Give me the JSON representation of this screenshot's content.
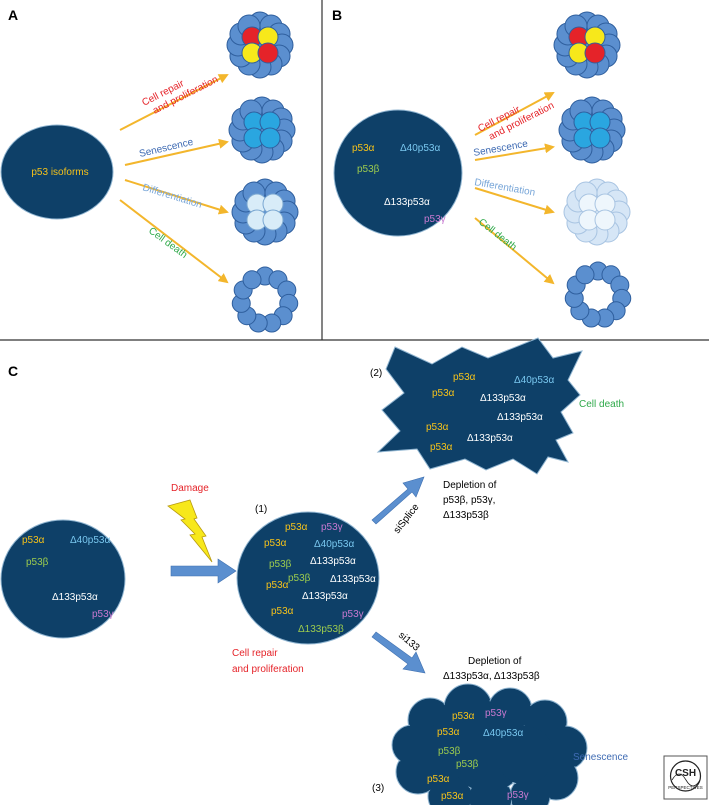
{
  "colors": {
    "navy": "#0e4068",
    "cell_blue": "#5b8fcf",
    "cell_stroke": "#2f5f9e",
    "sen_core": "#2aa6e0",
    "diff_core": "#d8ecf8",
    "ghost": "#d6e6f6",
    "arrow_yellow": "#f3b62c",
    "arrow_blue": "#5b8fcf",
    "red": "#e52329",
    "yellow_ball": "#f7e81b",
    "isoform_yellow": "#f5c21a",
    "isoform_green": "#9ccb4e",
    "isoform_cyan": "#79c7ef",
    "isoform_pink": "#c779d0",
    "text_red": "#e52329",
    "text_blue": "#3f6bb3",
    "text_lightblue": "#78a6d8",
    "text_green": "#2fa94a"
  },
  "panelA": {
    "letter": "A",
    "center_text": "p53 isoforms",
    "repair_1": "Cell repair",
    "repair_2": "and proliferation",
    "senescence": "Senescence",
    "differentiation": "Differentiation",
    "death": "Cell death"
  },
  "panelB": {
    "letter": "B",
    "p53a": "p53α",
    "d40": "Δ40p53α",
    "p53b": "p53β",
    "d133": "Δ133p53α",
    "p53g": "p53γ",
    "repair_1": "Cell repair",
    "repair_2": "and proliferation",
    "senescence": "Senescence",
    "differentiation": "Differentiation",
    "death": "Cell death"
  },
  "panelC": {
    "letter": "C",
    "damage": "Damage",
    "step1": "(1)",
    "step2": "(2)",
    "step3": "(3)",
    "sisplice": "siSplice",
    "si133": "si133",
    "depletion2_1": "Depletion of",
    "depletion2_2": "p53β, p53γ,",
    "depletion2_3": "Δ133p53β",
    "depletion3_1": "Depletion of",
    "depletion3_2": "Δ133p53α, Δ133p53β",
    "repair_1": "Cell repair",
    "repair_2": "and proliferation",
    "cell_death": "Cell death",
    "senescence": "Senescence",
    "baseline": {
      "p53a": "p53α",
      "d40": "Δ40p53α",
      "p53b": "p53β",
      "d133": "Δ133p53α",
      "p53g": "p53γ"
    },
    "damaged": {
      "r1a": "p53α",
      "r1b": "p53γ",
      "r2a": "p53α",
      "r2b": "Δ40p53α",
      "r3a": "p53β",
      "r3b": "Δ133p53α",
      "r4a": "p53β",
      "r4b": "Δ133p53α",
      "r5a": "p53α",
      "r5b": "Δ133p53α",
      "r6a": "p53α",
      "r6b": "p53γ",
      "r7": "Δ133p53β"
    },
    "death_cell": {
      "a1": "p53α",
      "a2": "Δ40p53α",
      "a3": "p53α",
      "a4": "Δ133p53α",
      "a5": "Δ133p53α",
      "a6": "p53α",
      "a7": "Δ133p53α",
      "a8": "p53α"
    },
    "sen_cell": {
      "b1": "p53α",
      "b2": "p53γ",
      "b3": "p53α",
      "b4": "Δ40p53α",
      "b5": "p53β",
      "b6": "p53β",
      "b7": "p53α",
      "b8": "p53α",
      "b9": "p53γ"
    }
  },
  "logo": {
    "line1": "CSH",
    "line2": "PERSPECTIVES",
    "icon": "csh-perspectives-logo"
  }
}
